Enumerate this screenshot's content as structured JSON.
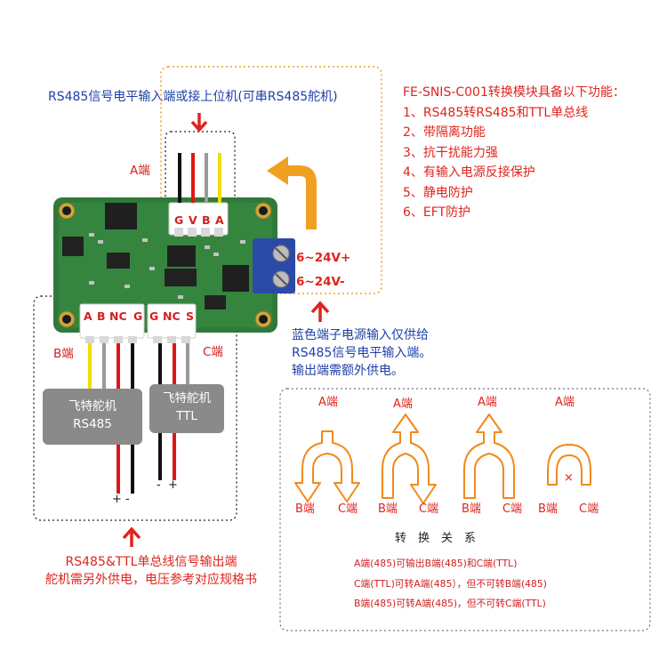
{
  "top_label": "RS485信号电平输入端或接上位机(可串RS485舵机)",
  "feature_title": "FE-SNIS-C001转换模块具备以下功能：",
  "features": [
    "1、RS485转RS485和TTL单总线",
    "2、带隔离功能",
    "3、抗干扰能力强",
    "4、有输入电源反接保护",
    "5、静电防护",
    "6、EFT防护"
  ],
  "port_a": "A端",
  "port_b": "B端",
  "port_c": "C端",
  "pins_a": [
    "G",
    "V",
    "B",
    "A"
  ],
  "pins_b": [
    "A",
    "B",
    "NC",
    "G"
  ],
  "pins_c": [
    "G",
    "NC",
    "S"
  ],
  "power_plus": "6~24V+",
  "power_minus": "6~24V-",
  "power_note": [
    "蓝色端子电源输入仅供给",
    "RS485信号电平输入端。",
    "输出端需额外供电。"
  ],
  "servo_rs485": [
    "飞特舵机",
    "RS485"
  ],
  "servo_ttl": [
    "飞特舵机",
    "TTL"
  ],
  "rs485_wire_sign": "+ -",
  "ttl_wire_sign": "-  +",
  "output_label": [
    "RS485&TTL单总线信号输出端",
    "舵机需另外供电，电压参考对应规格书"
  ],
  "conversion": {
    "diagrams": [
      {
        "top": "A端",
        "left": "B端",
        "right": "C端",
        "mode": "split"
      },
      {
        "top": "A端",
        "left": "B端",
        "right": "C端",
        "mode": "b-to-a"
      },
      {
        "top": "A端",
        "left": "B端",
        "right": "C端",
        "mode": "merge"
      },
      {
        "top": "A端",
        "left": "B端",
        "right": "C端",
        "mode": "none",
        "mark": "×"
      }
    ],
    "title": "转　换　关　系",
    "notes": [
      "A端(485)可输出B端(485)和C端(TTL)",
      "C端(TTL)可转A端(485），但不可转B端(485)",
      "B端(485)可转A端(485)，但不可转C端(TTL)"
    ]
  },
  "colors": {
    "blue_text": "#1f3fa8",
    "red_text": "#e0231c",
    "pcb_green": "#2f7a3a",
    "terminal_blue": "#2b4aa8",
    "arrow_orange": "#f0a020"
  }
}
